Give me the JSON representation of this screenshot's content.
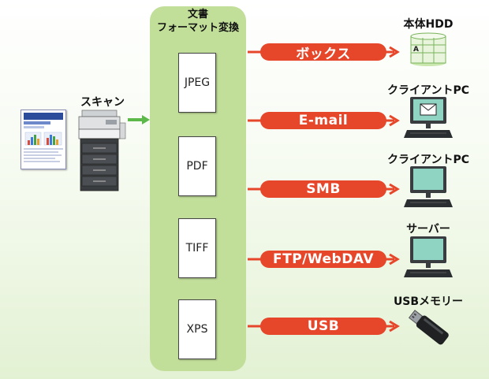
{
  "scan": {
    "label": "スキャン"
  },
  "panel": {
    "title_line1": "文書",
    "title_line2": "フォーマット変換"
  },
  "formats": [
    "JPEG",
    "PDF",
    "TIFF",
    "XPS"
  ],
  "outputs": [
    {
      "protocol": "ボックス",
      "device": "本体HDD",
      "icon": "hdd-table-icon"
    },
    {
      "protocol": "E-mail",
      "device": "クライアントPC",
      "icon": "monitor-mail-icon"
    },
    {
      "protocol": "SMB",
      "device": "クライアントPC",
      "icon": "monitor-icon"
    },
    {
      "protocol": "FTP/WebDAV",
      "device": "サーバー",
      "icon": "monitor-icon"
    },
    {
      "protocol": "USB",
      "device": "USBメモリー",
      "icon": "usb-stick-icon"
    }
  ],
  "colors": {
    "panel": "#c2df9a",
    "pill": "#e6462a",
    "arrow_green": "#5db84a",
    "arrow_red": "#e6462a"
  }
}
